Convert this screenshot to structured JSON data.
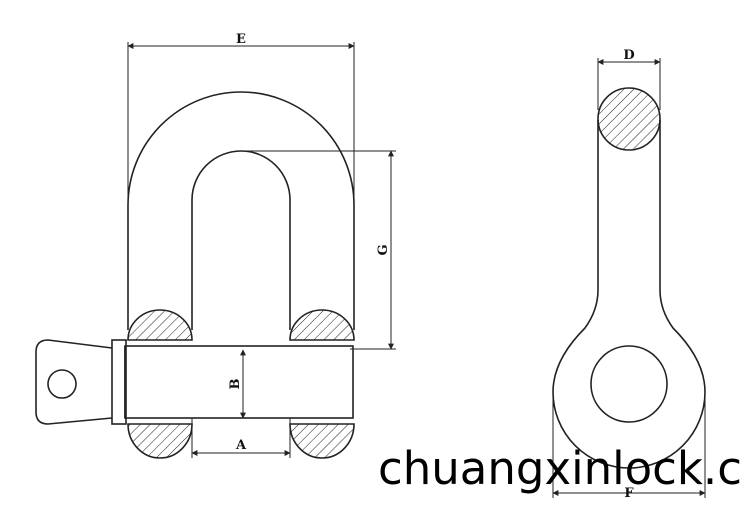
{
  "diagram": {
    "labels": {
      "A": "A",
      "B": "B",
      "D": "D",
      "E": "E",
      "F": "F",
      "G": "G"
    }
  },
  "watermark": "chuangxinlock.c"
}
